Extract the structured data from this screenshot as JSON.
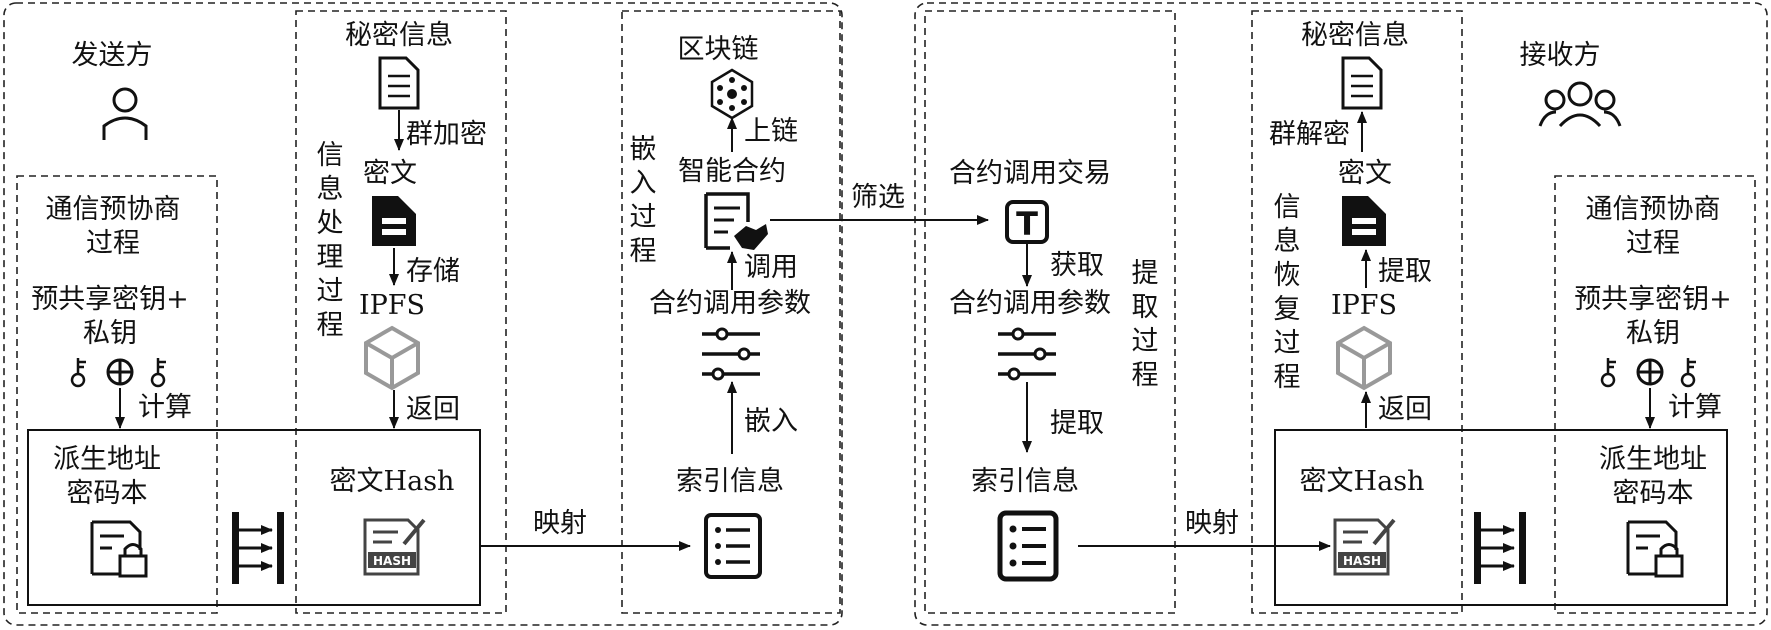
{
  "left": {
    "sender": "发送方",
    "negotiation_title": [
      "通信预协商",
      "过程"
    ],
    "preshared_key": [
      "预共享密钥+",
      "私钥"
    ],
    "calc": "计算",
    "codebook": [
      "派生地址",
      "密码本"
    ],
    "secret_info": "秘密信息",
    "group_encrypt": "群加密",
    "info_process": [
      "信",
      "息",
      "处",
      "理",
      "过",
      "程"
    ],
    "ciphertext": "密文",
    "store": "存储",
    "ipfs": "IPFS",
    "return": "返回",
    "cipher_hash": "密文Hash",
    "map": "映射",
    "blockchain": "区块链",
    "onchain": "上链",
    "embed_process": [
      "嵌",
      "入",
      "过",
      "程"
    ],
    "smart_contract": "智能合约",
    "invoke": "调用",
    "contract_params": "合约调用参数",
    "embed": "嵌入",
    "index_info": "索引信息"
  },
  "middle": {
    "filter": "筛选"
  },
  "right": {
    "contract_tx": "合约调用交易",
    "obtain": "获取",
    "extract_process": [
      "提",
      "取",
      "过",
      "程"
    ],
    "contract_params": "合约调用参数",
    "extract": "提取",
    "index_info": "索引信息",
    "map": "映射",
    "secret_info": "秘密信息",
    "group_decrypt": "群解密",
    "receiver": "接收方",
    "recover_process": [
      "信",
      "息",
      "恢",
      "复",
      "过",
      "程"
    ],
    "ciphertext": "密文",
    "fetch": "提取",
    "ipfs": "IPFS",
    "return": "返回",
    "cipher_hash": "密文Hash",
    "negotiation_title": [
      "通信预协商",
      "过程"
    ],
    "preshared_key": [
      "预共享密钥+",
      "私钥"
    ],
    "calc": "计算",
    "codebook": [
      "派生地址",
      "密码本"
    ]
  },
  "icons": {
    "hash_tag": "HASH",
    "tx_letter": "T"
  }
}
